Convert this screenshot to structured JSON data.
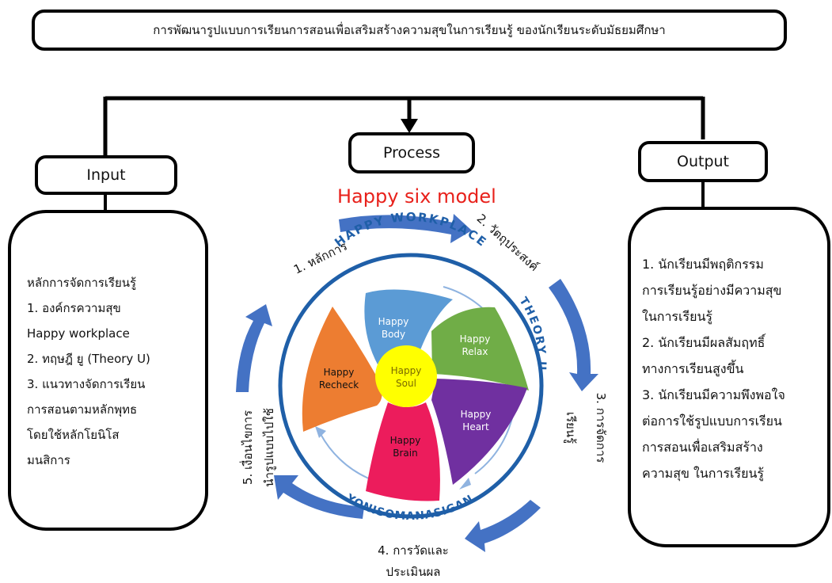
{
  "title": "การพัฒนารูปแบบการเรียนการสอนเพื่อเสริมสร้างความสุขในการเรียนรู้ ของนักเรียนระดับมัธยมศึกษา",
  "headers": {
    "input": "Input",
    "process": "Process",
    "output": "Output"
  },
  "model_title": "Happy six model",
  "input_lines": [
    "หลักการจัดการเรียนรู้",
    "1. องค์กรความสุข",
    "Happy workplace",
    "2. ทฤษฎี ยู (Theory U)",
    "3. แนวทางจัดการเรียน",
    "การสอนตามหลักพุทธ",
    "โดยใช้หลักโยนิโส",
    "มนสิการ"
  ],
  "output_lines": [
    "1. นักเรียนมีพฤติกรรม",
    "การเรียนรู้อย่างมีความสุข",
    "ในการเรียนรู้",
    "2. นักเรียนมีผลสัมฤทธิ์",
    "ทางการเรียนสูงขึ้น",
    "3. นักเรียนมีความพึงพอใจ",
    "ต่อการใช้รูปแบบการเรียน",
    "การสอนเพื่อเสริมสร้าง",
    "ความสุข ในการเรียนรู้"
  ],
  "steps": {
    "s1": "1. หลักการ",
    "s2": "2. วัตถุประสงค์",
    "s3a": "3. การจัดการ",
    "s3b": "เรียนรู้",
    "s4a": "4. การวัดและ",
    "s4b": "ประเมินผล",
    "s5a": "5. เงื่อนไขการ",
    "s5b": "นำรูปแบบไปใช้"
  },
  "circle_text": {
    "top": "HAPPY WORKPLACE",
    "right": "THEORY U",
    "bottom": "YONISOMANASIGAN"
  },
  "petals": {
    "body_a": "Happy",
    "body_b": "Body",
    "relax_a": "Happy",
    "relax_b": "Relax",
    "heart_a": "Happy",
    "heart_b": "Heart",
    "brain_a": "Happy",
    "brain_b": "Brain",
    "recheck_a": "Happy",
    "recheck_b": "Recheck",
    "soul_a": "Happy",
    "soul_b": "Soul"
  },
  "colors": {
    "border": "#000000",
    "model_title": "#e8211b",
    "cycle_arrow": "#4472c4",
    "ring": "#1f5fa8",
    "body": "#5b9bd5",
    "relax": "#70ad47",
    "heart": "#7030a0",
    "brain": "#ec1c5c",
    "recheck": "#ed7d31",
    "soul": "#ffff00"
  }
}
